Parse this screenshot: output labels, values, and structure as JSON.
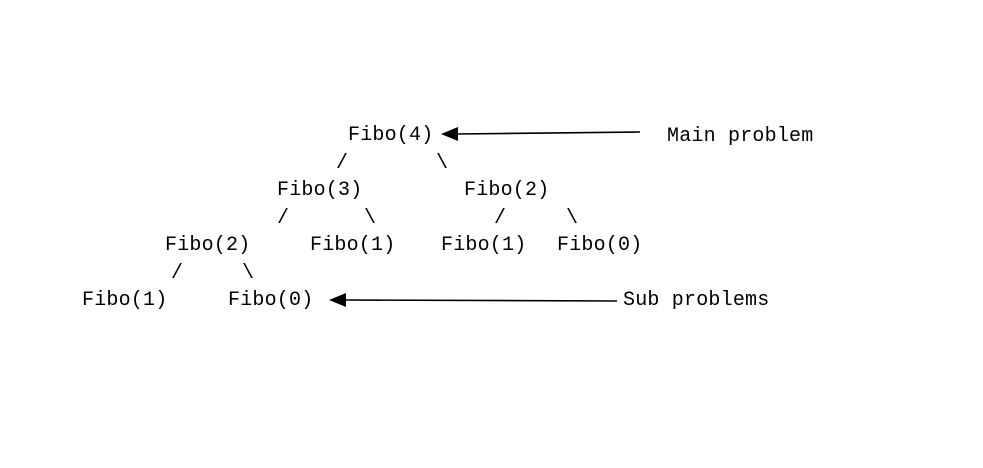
{
  "nodes": {
    "fibo4": "Fibo(4)",
    "fibo3": "Fibo(3)",
    "fibo2_right": "Fibo(2)",
    "fibo2_left": "Fibo(2)",
    "fibo1_mid": "Fibo(1)",
    "fibo1_right": "Fibo(1)",
    "fibo0_right": "Fibo(0)",
    "fibo1_bottom": "Fibo(1)",
    "fibo0_bottom": "Fibo(0)"
  },
  "edges": {
    "slash": "/",
    "backslash": "\\"
  },
  "labels": {
    "main_problem": "Main problem",
    "sub_problems": "Sub problems"
  },
  "colors": {
    "ink": "#000000",
    "background": "#ffffff"
  }
}
